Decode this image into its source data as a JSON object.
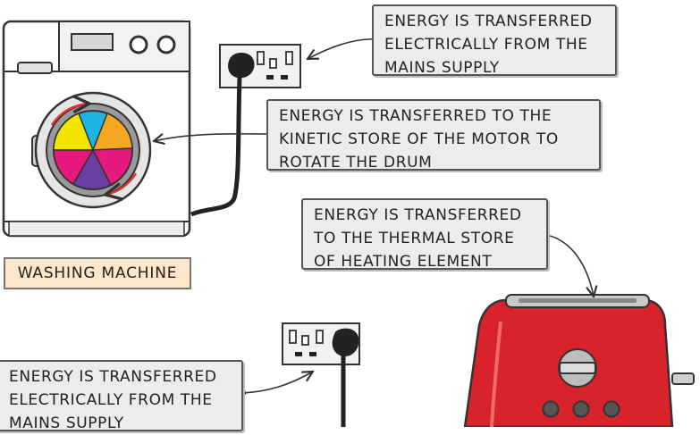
{
  "labels": {
    "mains_top": [
      "ENERGY IS TRANSFERRED",
      "ELECTRICALLY FROM THE",
      "MAINS SUPPLY"
    ],
    "kinetic": [
      "ENERGY IS TRANSFERRED TO THE",
      "KINETIC STORE OF THE MOTOR TO",
      "ROTATE THE DRUM"
    ],
    "thermal": [
      "ENERGY IS TRANSFERRED",
      "TO THE THERMAL STORE",
      "OF HEATING ELEMENT"
    ],
    "mains_bottom": [
      "ENERGY IS TRANSFERRED",
      "ELECTRICALLY FROM THE",
      "MAINS SUPPLY"
    ],
    "washing_machine": "WASHING MACHINE"
  },
  "colors": {
    "toaster_red": "#d9232a",
    "label_fill": "#fde6c9",
    "box_fill": "#ececec",
    "drum_cyan": "#1fb3e6",
    "drum_magenta": "#e6197d",
    "drum_yellow": "#f2e600",
    "drum_orange": "#f5a623",
    "drum_purple": "#6b3fa0"
  }
}
